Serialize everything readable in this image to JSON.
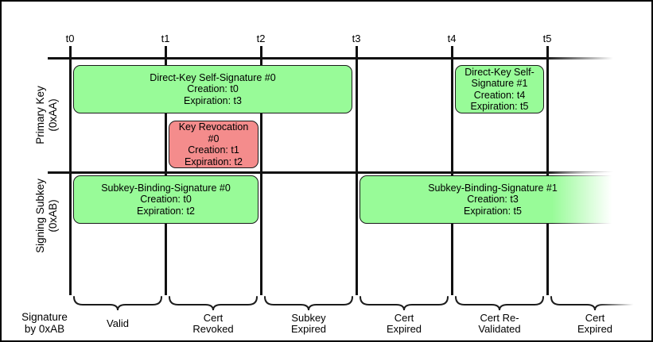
{
  "colors": {
    "valid_signature_fill": "#98FB98",
    "revocation_fill": "#F48C8C",
    "line_color": "#111111"
  },
  "timeline": {
    "ticks": [
      "t0",
      "t1",
      "t2",
      "t3",
      "t4",
      "t5"
    ]
  },
  "rows": [
    {
      "name": "Primary Key",
      "key_id": "(0xAA)"
    },
    {
      "name": "Signing Subkey",
      "key_id": "(0xAB)"
    }
  ],
  "boxes": {
    "dk0": {
      "lines": [
        "Direct-Key Self-Signature #0",
        "Creation: t0",
        "Expiration: t3"
      ]
    },
    "rev0": {
      "lines": [
        "Key Revocation #0",
        "Creation: t1",
        "Expiration: t2"
      ]
    },
    "dk1": {
      "lines": [
        "Direct-Key Self-Signature #1",
        "Creation: t4",
        "Expiration: t5"
      ]
    },
    "sb0": {
      "lines": [
        "Subkey-Binding-Signature #0",
        "Creation: t0",
        "Expiration: t2"
      ]
    },
    "sb1": {
      "lines": [
        "Subkey-Binding-Signature #1",
        "Creation: t3",
        "Expiration: t5"
      ]
    }
  },
  "bottom": {
    "axis_label_lines": [
      "Signature",
      "by 0xAB"
    ],
    "intervals": [
      {
        "lines": [
          "Valid"
        ]
      },
      {
        "lines": [
          "Cert",
          "Revoked"
        ]
      },
      {
        "lines": [
          "Subkey",
          "Expired"
        ]
      },
      {
        "lines": [
          "Cert",
          "Expired"
        ]
      },
      {
        "lines": [
          "Cert Re-",
          "Validated"
        ]
      },
      {
        "lines": [
          "Cert",
          "Expired"
        ]
      }
    ]
  }
}
